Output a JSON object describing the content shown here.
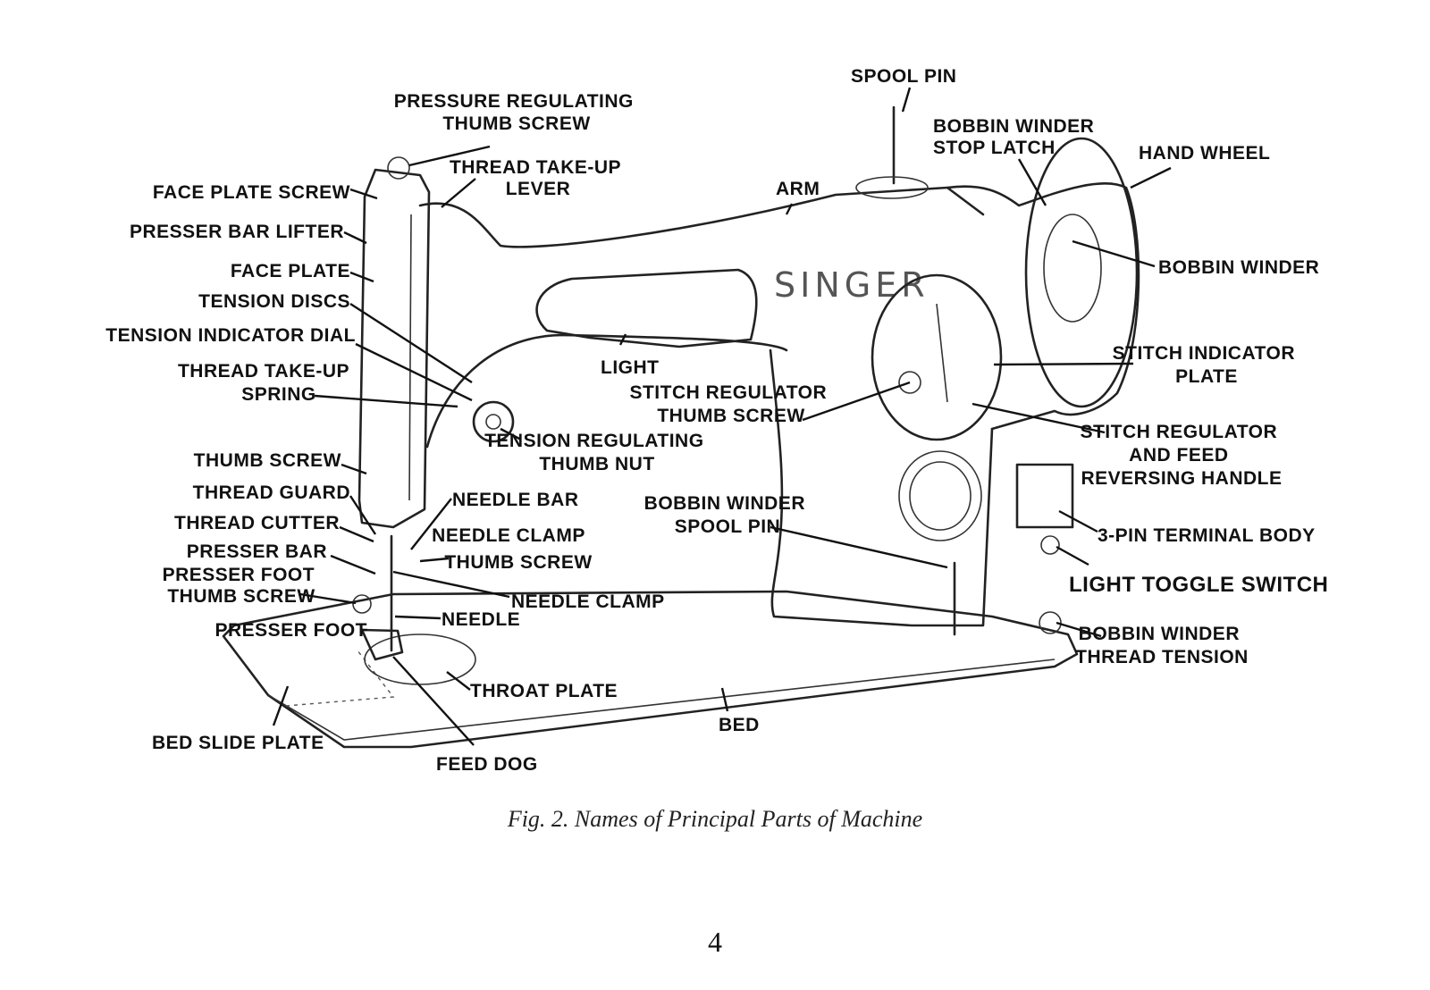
{
  "figure": {
    "caption": "Fig. 2. Names of Principal Parts of Machine",
    "page_number": "4",
    "brand_text": "SINGER"
  },
  "labels": {
    "spool_pin": "SPOOL PIN",
    "pressure_regulating_thumb_screw": [
      "PRESSURE REGULATING",
      "THUMB SCREW"
    ],
    "bobbin_winder_stop_latch": [
      "BOBBIN WINDER",
      "STOP LATCH"
    ],
    "hand_wheel": "HAND WHEEL",
    "thread_take_up_lever": [
      "THREAD TAKE-UP",
      "LEVER"
    ],
    "face_plate_screw": "FACE PLATE SCREW",
    "arm": "ARM",
    "presser_bar_lifter": "PRESSER BAR LIFTER",
    "bobbin_winder": "BOBBIN WINDER",
    "face_plate": "FACE PLATE",
    "tension_discs": "TENSION DISCS",
    "tension_indicator_dial": "TENSION INDICATOR DIAL",
    "light": "LIGHT",
    "stitch_indicator_plate": [
      "STITCH INDICATOR",
      "PLATE"
    ],
    "thread_take_up_spring": [
      "THREAD TAKE-UP",
      "SPRING"
    ],
    "stitch_regulator_thumb_screw": [
      "STITCH REGULATOR",
      "THUMB SCREW"
    ],
    "tension_regulating_thumb_nut": [
      "TENSION REGULATING",
      "THUMB NUT"
    ],
    "stitch_regulator_and_feed_reversing_handle": [
      "STITCH REGULATOR",
      "AND FEED",
      "REVERSING HANDLE"
    ],
    "thumb_screw": "THUMB SCREW",
    "thread_guard": "THREAD GUARD",
    "needle_bar": "NEEDLE BAR",
    "bobbin_winder_spool_pin": [
      "BOBBIN WINDER",
      "SPOOL PIN"
    ],
    "thread_cutter": "THREAD CUTTER",
    "needle_clamp_thumb_screw": [
      "NEEDLE CLAMP",
      "THUMB SCREW"
    ],
    "three_pin_terminal_body": "3-PIN TERMINAL BODY",
    "presser_bar": "PRESSER BAR",
    "light_toggle_switch": "LIGHT TOGGLE SWITCH",
    "presser_foot_thumb_screw": [
      "PRESSER FOOT",
      "THUMB SCREW"
    ],
    "needle_clamp": "NEEDLE CLAMP",
    "needle": "NEEDLE",
    "bobbin_winder_thread_tension": [
      "BOBBIN WINDER",
      "THREAD TENSION"
    ],
    "presser_foot": "PRESSER FOOT",
    "throat_plate": "THROAT PLATE",
    "bed": "BED",
    "bed_slide_plate": "BED SLIDE PLATE",
    "feed_dog": "FEED DOG"
  }
}
